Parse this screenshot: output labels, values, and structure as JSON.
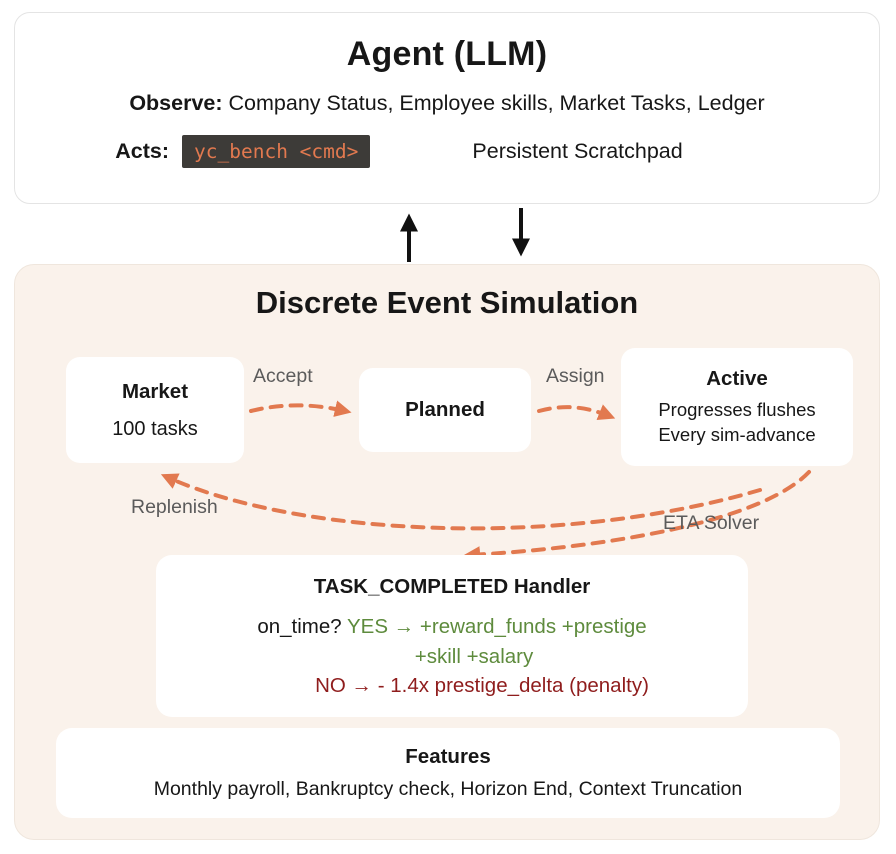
{
  "agent_card": {
    "title": "Agent (LLM)",
    "observe_label": "Observe:",
    "observe_text": "Company Status, Employee skills, Market Tasks, Ledger",
    "acts_label": "Acts:",
    "acts_command": "yc_bench <cmd>",
    "scratchpad_text": "Persistent Scratchpad"
  },
  "simulation": {
    "title": "Discrete Event Simulation",
    "nodes": {
      "market": {
        "title": "Market",
        "subtitle": "100 tasks"
      },
      "planned": {
        "title": "Planned"
      },
      "active": {
        "title": "Active",
        "line1": "Progresses flushes",
        "line2": "Every sim-advance"
      }
    },
    "edges": {
      "accept": "Accept",
      "assign": "Assign",
      "replenish": "Replenish",
      "eta_solver": "ETA Solver"
    },
    "handler": {
      "title": "TASK_COMPLETED Handler",
      "condition": "on_time?",
      "yes_text": "YES → +reward_funds +prestige",
      "yes_text2": "+skill +salary",
      "no_text": "NO → - 1.4x prestige_delta (penalty)"
    },
    "features": {
      "title": "Features",
      "text": "Monthly payroll, Bankruptcy check, Horizon End, Context Truncation"
    }
  },
  "colors": {
    "accent_orange": "#E2794F",
    "success_green": "#5E8B3D",
    "penalty_red": "#8F1D1D",
    "badge_bg": "#3D3B38",
    "cream": "#FAF2EB"
  }
}
